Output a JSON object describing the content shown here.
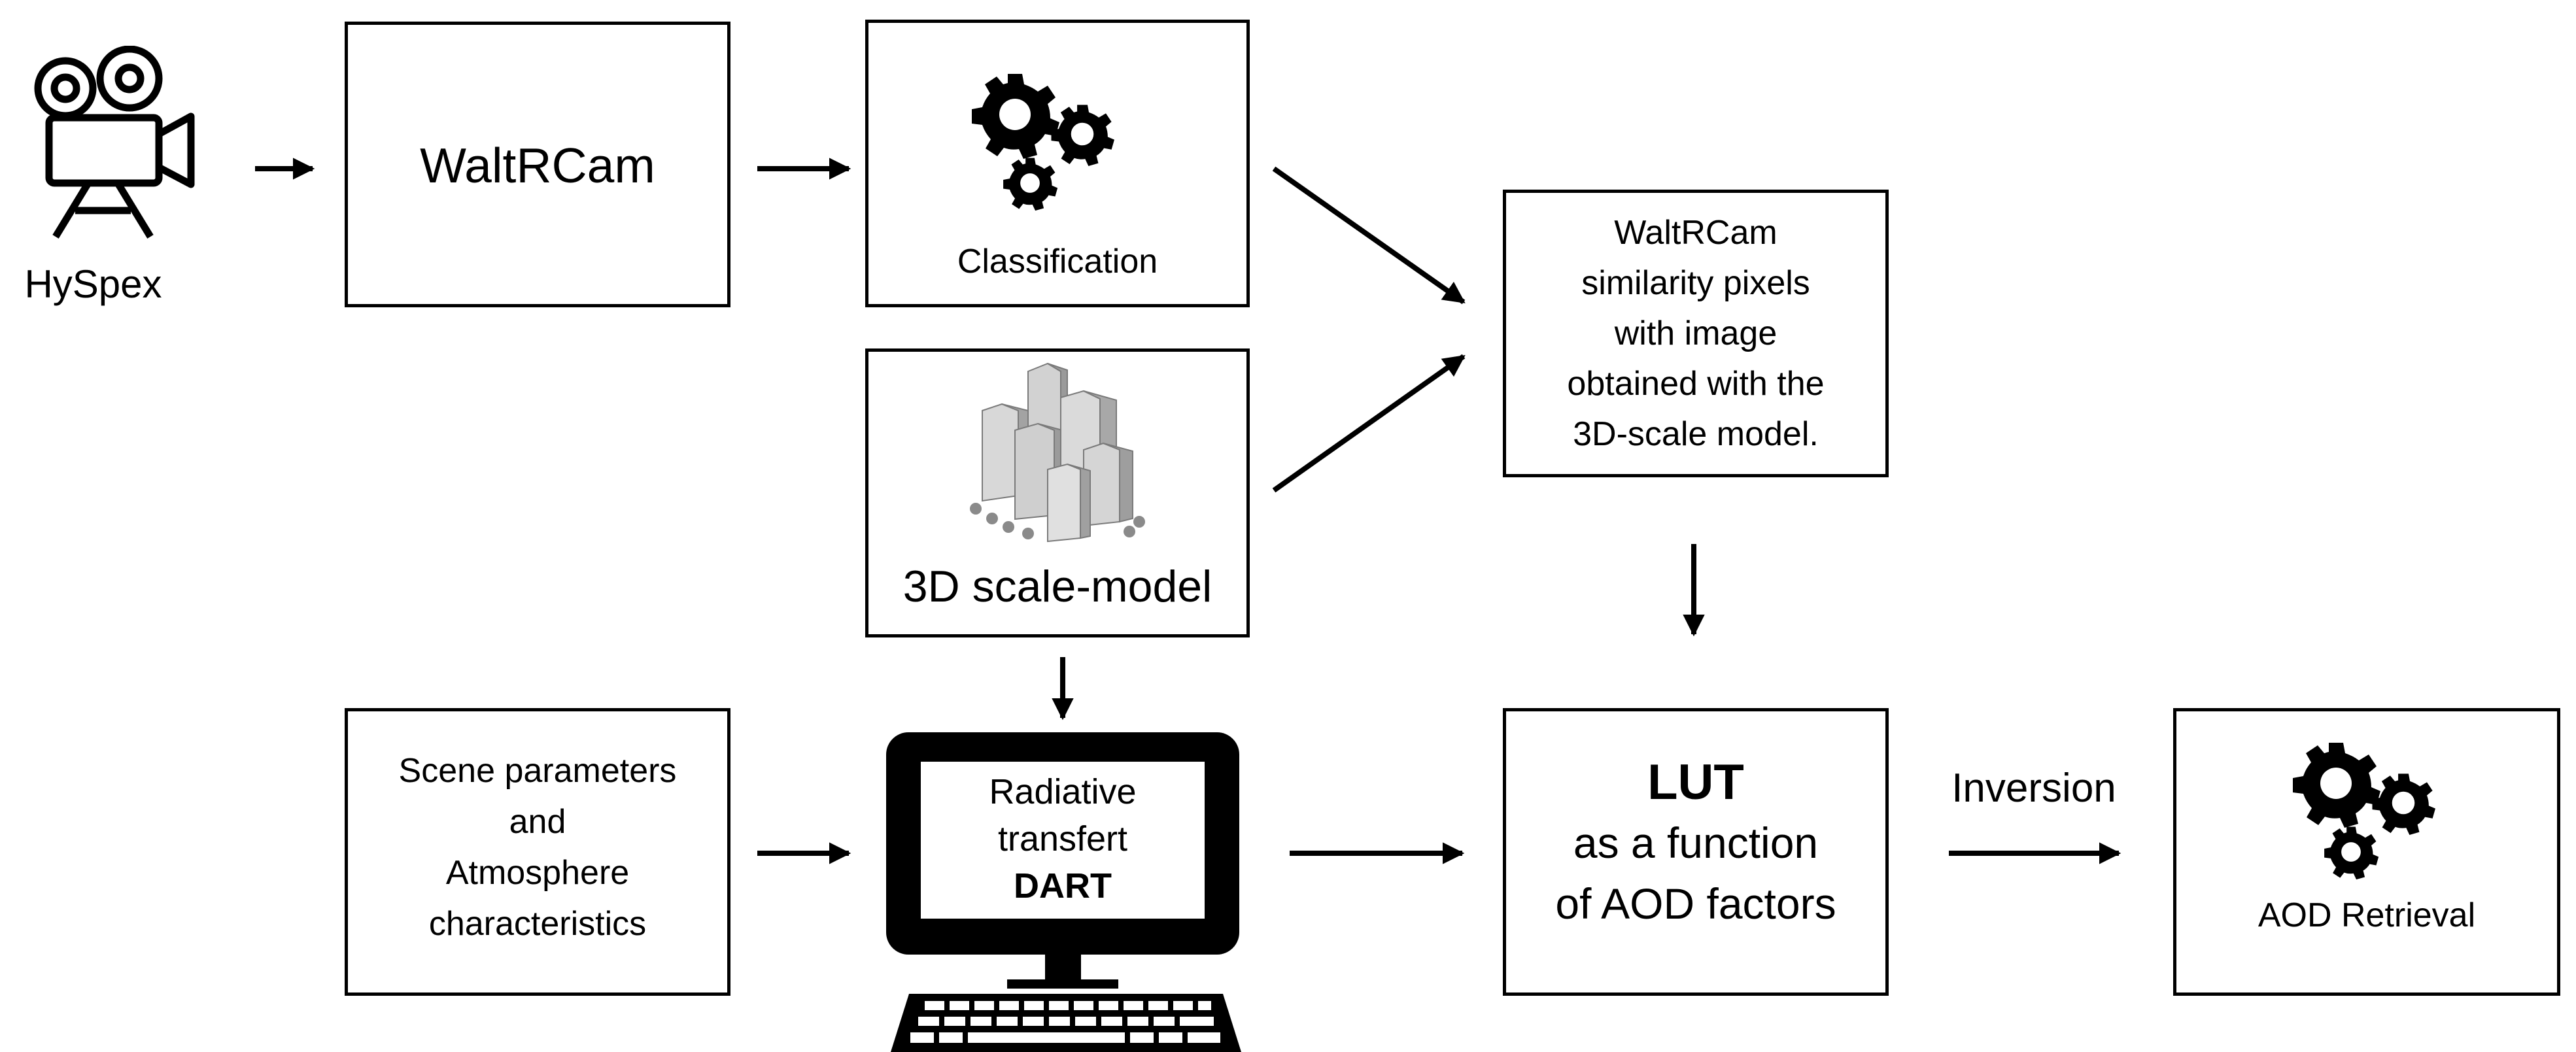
{
  "nodes": {
    "hyspex": {
      "label": "HySpex",
      "icon": "video-camera-icon"
    },
    "waltrcam": {
      "label": "WaltRCam"
    },
    "classification": {
      "label": "Classification",
      "icon": "gears-icon"
    },
    "scale_model": {
      "label": "3D scale-model",
      "icon": "city-buildings-icon"
    },
    "similarity": {
      "lines": [
        "WaltRCam",
        "similarity pixels",
        "with image",
        "obtained with the",
        "3D-scale model."
      ]
    },
    "scene": {
      "lines": [
        "Scene parameters",
        "and",
        "Atmosphere",
        "characteristics"
      ]
    },
    "dart": {
      "line1": "Radiative",
      "line2": "transfert",
      "line3": "DART",
      "icon": "computer-monitor-icon"
    },
    "lut": {
      "title": "LUT",
      "line2": "as a function",
      "line3": "of AOD factors"
    },
    "aod": {
      "label": "AOD Retrieval",
      "icon": "gears-icon"
    }
  },
  "edges": {
    "inversion_label": "Inversion"
  },
  "colors": {
    "stroke": "#000000",
    "background": "#ffffff",
    "buildings": "#b5b5b5"
  }
}
